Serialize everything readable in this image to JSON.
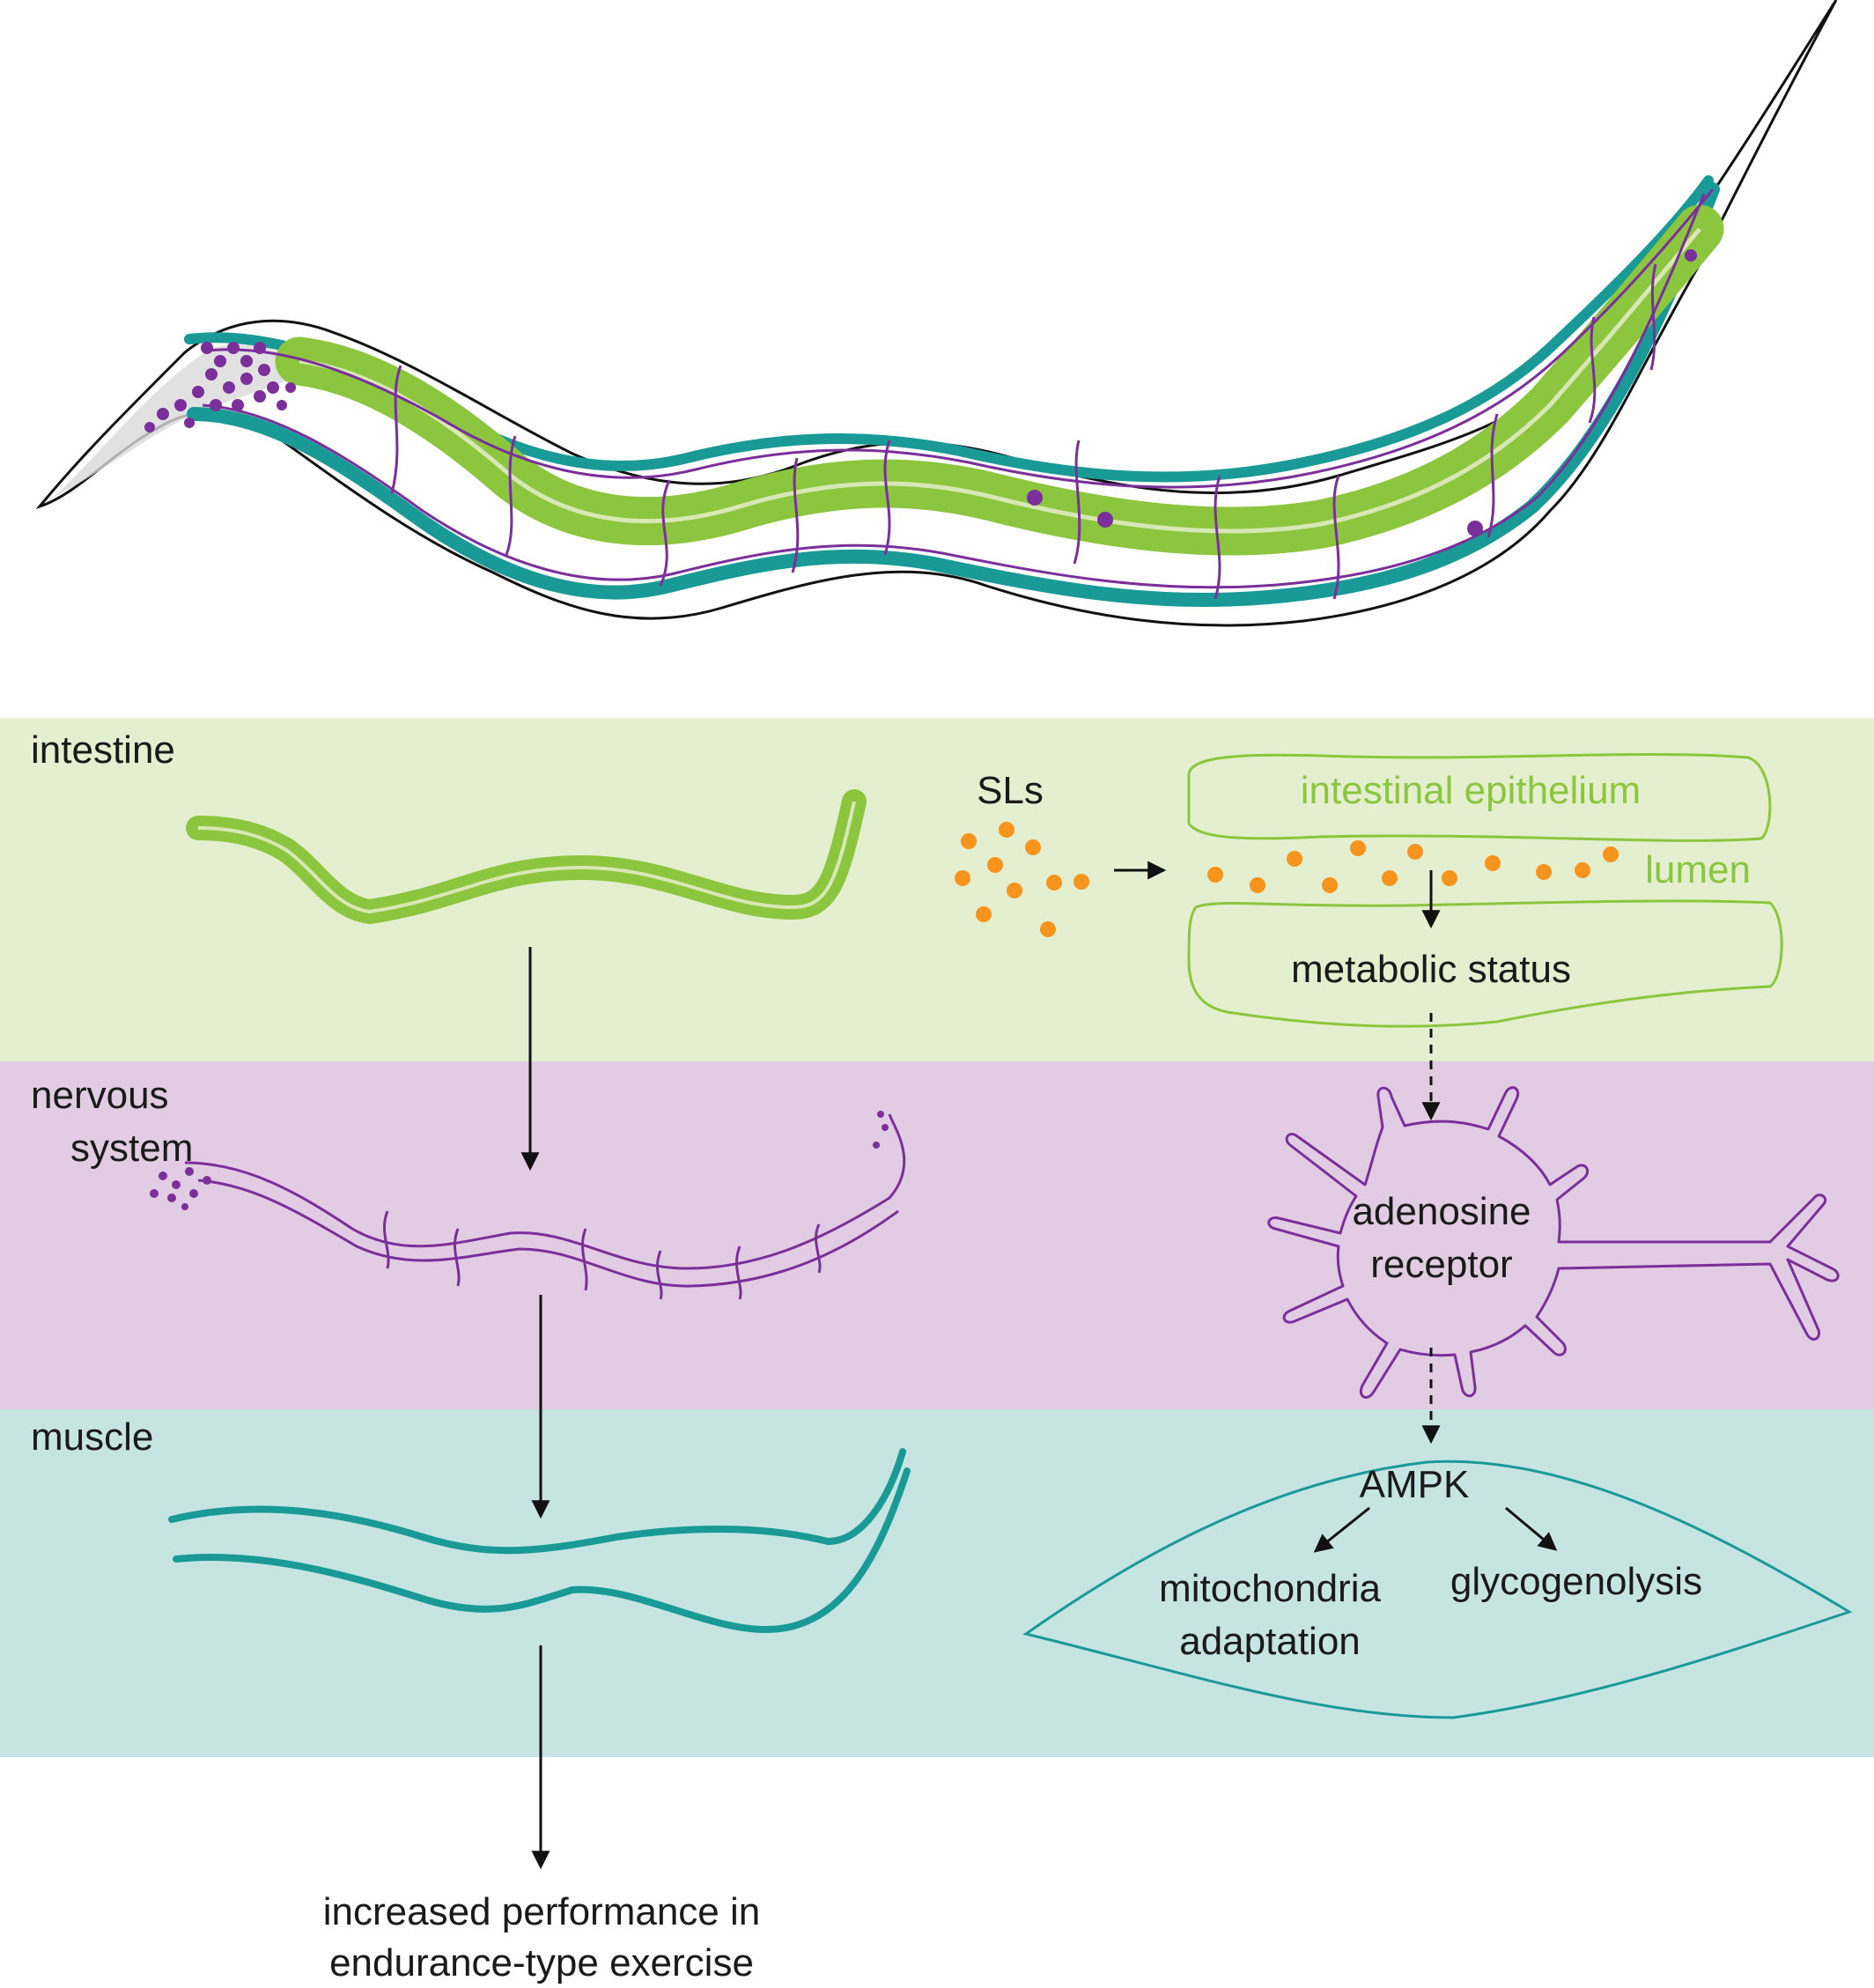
{
  "bands": {
    "intestine": "intestine",
    "nervous_line1": "nervous",
    "nervous_line2": "system",
    "muscle": "muscle"
  },
  "pathway": {
    "sls": "SLs",
    "epithelium": "intestinal epithelium",
    "lumen": "lumen",
    "metabolic": "metabolic status",
    "adenosine_line1": "adenosine",
    "adenosine_line2": "receptor",
    "ampk": "AMPK",
    "mito_line1": "mitochondria",
    "mito_line2": "adaptation",
    "glyco": "glycogenolysis"
  },
  "outcome": {
    "line1": "increased performance in",
    "line2": "endurance-type exercise"
  },
  "colors": {
    "intestine_band": "#e4efcf",
    "nervous_band": "#e2cce3",
    "muscle_band": "#c5e4e2",
    "intestine": "#8cc63f",
    "nervous": "#7b2f9a",
    "muscle": "#1a9a96",
    "sls_dots": "#f7941d"
  }
}
